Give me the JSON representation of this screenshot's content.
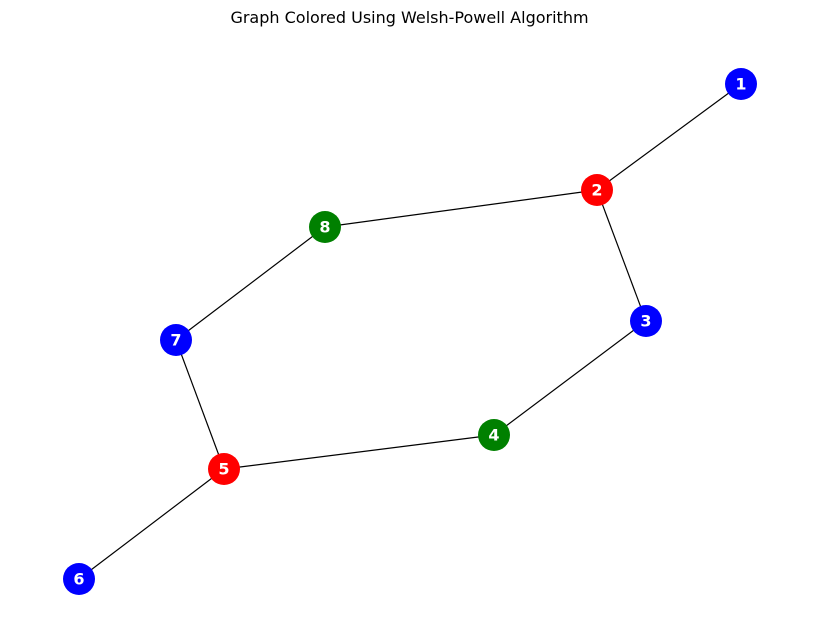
{
  "title": "Graph Colored Using Welsh-Powell Algorithm",
  "colors": {
    "red": "#ff0000",
    "green": "#008000",
    "blue": "#0000ff",
    "edge": "#000000"
  },
  "nodes": [
    {
      "id": "1",
      "color": "blue"
    },
    {
      "id": "2",
      "color": "red"
    },
    {
      "id": "3",
      "color": "blue"
    },
    {
      "id": "4",
      "color": "green"
    },
    {
      "id": "5",
      "color": "red"
    },
    {
      "id": "6",
      "color": "blue"
    },
    {
      "id": "7",
      "color": "blue"
    },
    {
      "id": "8",
      "color": "green"
    }
  ],
  "edges": [
    [
      "1",
      "2"
    ],
    [
      "2",
      "8"
    ],
    [
      "2",
      "3"
    ],
    [
      "3",
      "4"
    ],
    [
      "4",
      "5"
    ],
    [
      "5",
      "7"
    ],
    [
      "7",
      "8"
    ],
    [
      "5",
      "6"
    ]
  ]
}
